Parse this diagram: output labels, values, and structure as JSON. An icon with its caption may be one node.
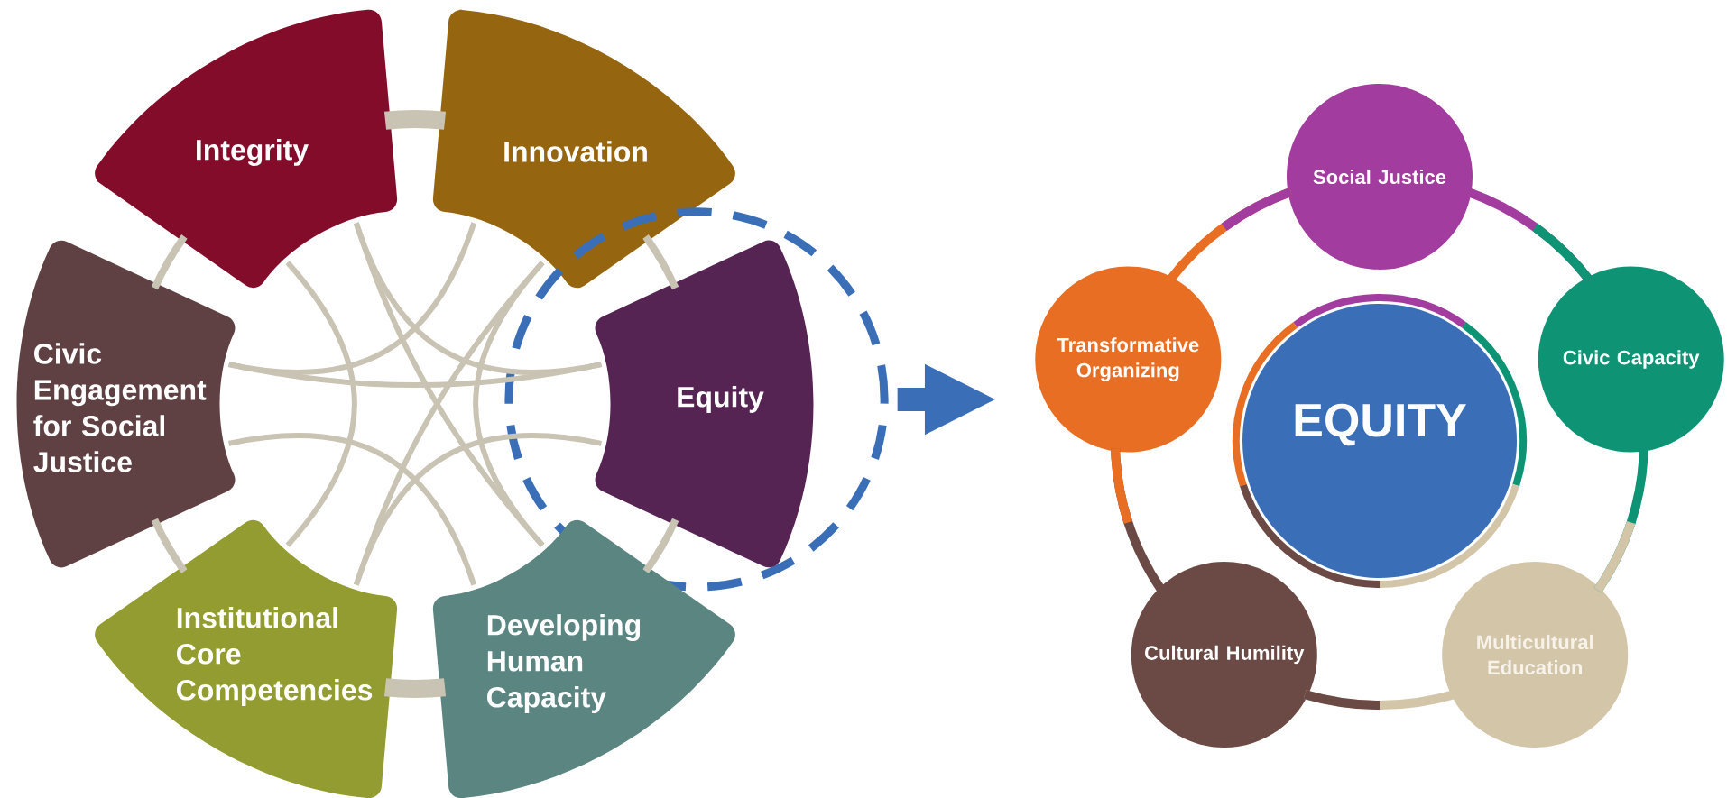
{
  "diagram": {
    "nodes": [
      {
        "text": [
          "Integrity"
        ]
      },
      {
        "text": [
          "Innovation"
        ]
      },
      {
        "text": [
          "Civic Engagement for Social Justice"
        ]
      },
      {
        "text": [],
        "shape": "circle"
      },
      {
        "text": [
          "Equity"
        ],
        "in": 3
      },
      {
        "text": [
          "Institutional Core Competencies"
        ]
      },
      {
        "text": [
          "Developing Human Capacity"
        ]
      },
      {
        "text": [
          "Social Justice"
        ]
      },
      {
        "text": [
          "Civic Capacity"
        ]
      },
      {
        "text": [
          "Multicultural Education"
        ]
      },
      {
        "text": [
          "Cultural Humility"
        ]
      },
      {
        "text": [
          "Transformative Organizing"
        ]
      },
      {
        "text": [
          "EQUITY"
        ]
      }
    ],
    "edges": [
      {
        "from": 0,
        "to": 1,
        "arrow": "none",
        "style": "thick"
      },
      {
        "from": 1,
        "to": 4,
        "arrow": "none"
      },
      {
        "from": 4,
        "to": 6,
        "arrow": "none"
      },
      {
        "from": 5,
        "to": 6,
        "arrow": "none",
        "style": "thick"
      },
      {
        "from": 2,
        "to": 5,
        "arrow": "none"
      },
      {
        "from": 0,
        "to": 2,
        "arrow": "none"
      },
      {
        "from": 0,
        "to": 4,
        "arrow": "none"
      },
      {
        "from": 0,
        "to": 5,
        "arrow": "none"
      },
      {
        "from": 0,
        "to": 6,
        "arrow": "none"
      },
      {
        "from": 1,
        "to": 2,
        "arrow": "none"
      },
      {
        "from": 1,
        "to": 5,
        "arrow": "none"
      },
      {
        "from": 1,
        "to": 6,
        "arrow": "none"
      },
      {
        "from": 2,
        "to": 4,
        "arrow": "none"
      },
      {
        "from": 2,
        "to": 6,
        "arrow": "none"
      },
      {
        "from": 4,
        "to": 5,
        "arrow": "none"
      },
      {
        "from": 3,
        "to": null,
        "arrow": "to",
        "style": "thick",
        "color": "#3a6fb8"
      },
      {
        "from": 7,
        "to": 8,
        "arrow": "none",
        "color": "#a23c9e"
      },
      {
        "from": 8,
        "to": 9,
        "arrow": "none",
        "color": "#0e9474"
      },
      {
        "from": 9,
        "to": 10,
        "arrow": "none",
        "color": "#d3c5a8"
      },
      {
        "from": 10,
        "to": 11,
        "arrow": "none",
        "color": "#6b4a45"
      },
      {
        "from": 11,
        "to": 7,
        "arrow": "none",
        "color": "#e86e24"
      }
    ]
  }
}
